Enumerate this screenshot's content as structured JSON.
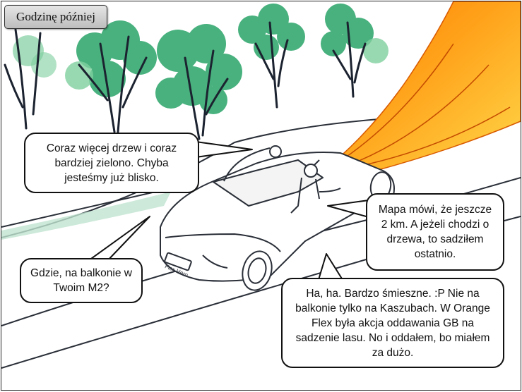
{
  "caption": {
    "text": "Godzinę później"
  },
  "car": {
    "plate": "Flex Hero"
  },
  "bubbles": {
    "b1": "Coraz więcej drzew i coraz bardziej zielono. Chyba jesteśmy już blisko.",
    "b2": "Gdzie, na balkonie w Twoim M2?",
    "b3": "Mapa mówi, że jeszcze 2 km. A jeżeli chodzi o drzewa, to sadziłem ostatnio.",
    "b4": "Ha, ha. Bardzo śmieszne. :P Nie na balkonie tylko na Kaszubach. W Orange Flex była akcja oddawania GB na sadzenie lasu. No i oddałem, bo miałem za dużo."
  },
  "colors": {
    "foliage": "#48b17e",
    "foliage_light": "#7fcf9f",
    "road_edge": "#bfe3cf",
    "flame": "#ff8c00",
    "flame_core": "#ffd23f"
  }
}
